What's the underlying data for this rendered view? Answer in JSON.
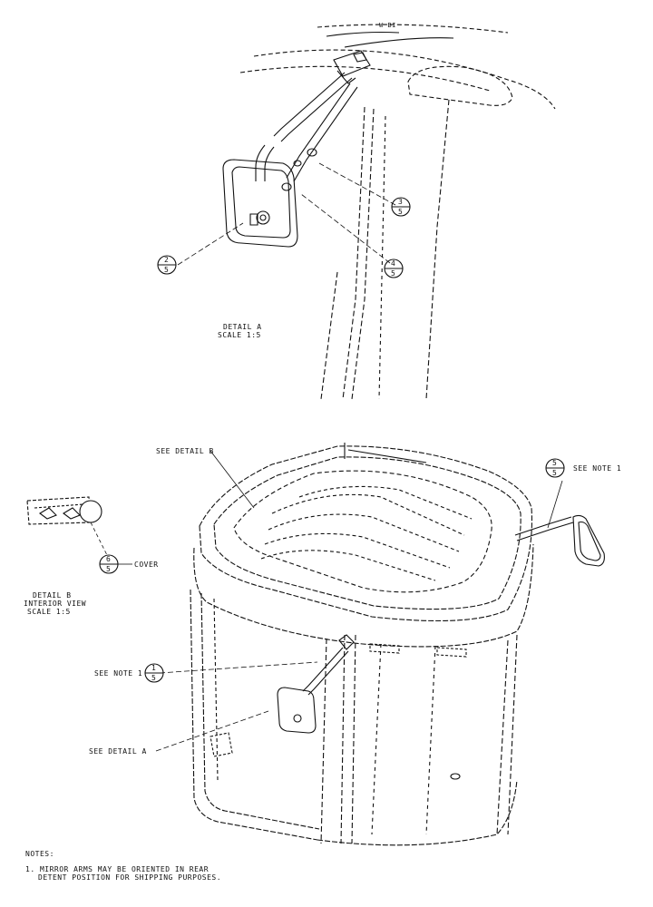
{
  "detail_a": {
    "title": "DETAIL A",
    "scale": "SCALE 1:5",
    "balloons": [
      {
        "num": "2",
        "sub": "5"
      },
      {
        "num": "3",
        "sub": "5"
      },
      {
        "num": "4",
        "sub": "5"
      }
    ]
  },
  "detail_b": {
    "title": "DETAIL B",
    "subtitle": "INTERIOR VIEW",
    "scale": "SCALE 1:5",
    "cover_label": "COVER",
    "cover_balloon": {
      "num": "6",
      "sub": "5"
    }
  },
  "main_view": {
    "see_detail_b": "SEE DETAIL B",
    "see_detail_a": "SEE DETAIL A",
    "see_note_1_top": "SEE NOTE 1",
    "see_note_1_left": "SEE NOTE 1",
    "balloon_top": {
      "num": "5",
      "sub": "5"
    },
    "balloon_left": {
      "num": "1",
      "sub": "5"
    }
  },
  "notes": {
    "heading": "NOTES:",
    "items": [
      {
        "num": "1.",
        "line1": "MIRROR ARMS MAY BE ORIENTED IN REAR",
        "line2": "DETENT POSITION FOR SHIPPING PURPOSES."
      }
    ]
  },
  "view_marker": "W BI"
}
